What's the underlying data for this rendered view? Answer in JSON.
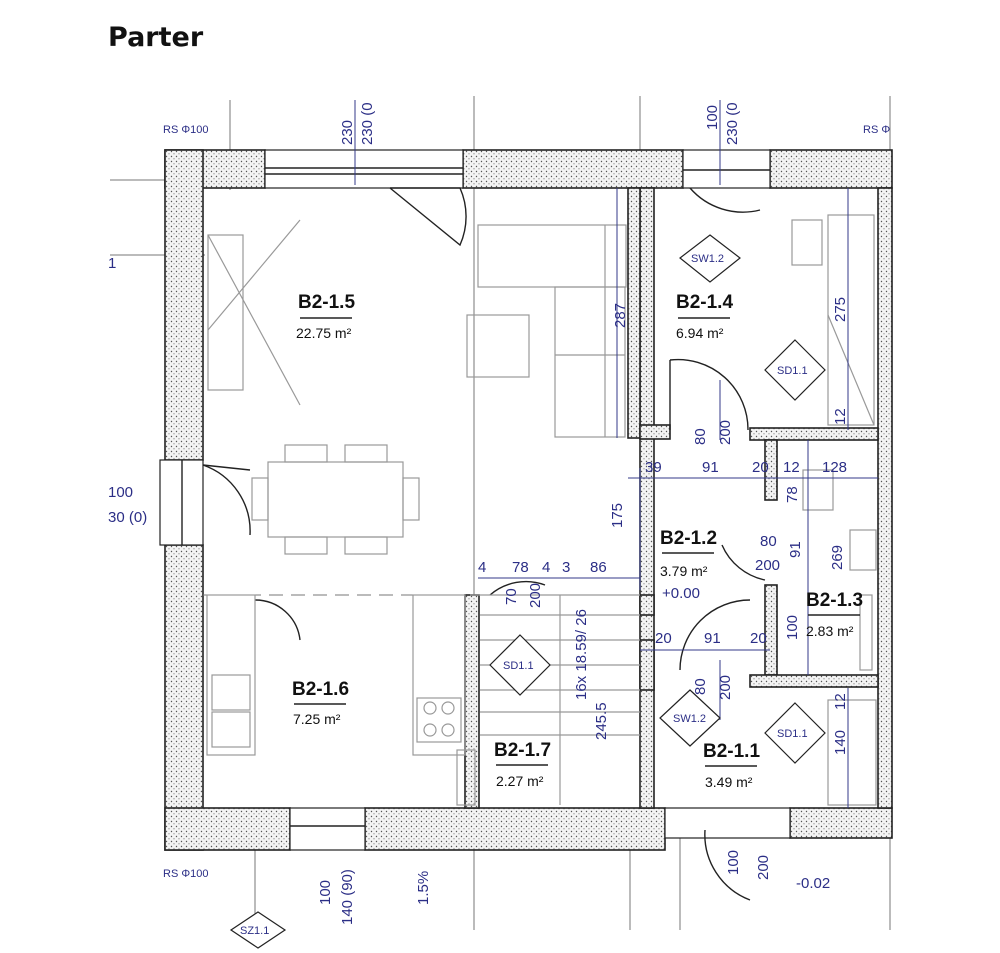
{
  "title": "Parter",
  "rooms": [
    {
      "id": "B2-1.5",
      "area": "22.75 m²"
    },
    {
      "id": "B2-1.4",
      "area": "6.94 m²"
    },
    {
      "id": "B2-1.2",
      "area": "3.79 m²"
    },
    {
      "id": "B2-1.3",
      "area": "2.83 m²"
    },
    {
      "id": "B2-1.6",
      "area": "7.25 m²"
    },
    {
      "id": "B2-1.7",
      "area": "2.27 m²"
    },
    {
      "id": "B2-1.1",
      "area": "3.49 m²"
    }
  ],
  "tags": {
    "sw": "SW1.2",
    "sd": "SD1.1",
    "sz": "SZ1.1",
    "rs": "RS Φ100",
    "rs_right": "RS Φ",
    "axis_left": "1"
  },
  "dims": {
    "d230": "230",
    "d230c": "230 (0",
    "d100": "100",
    "d287": "287",
    "d275": "275",
    "d12": "12",
    "d80": "80",
    "d200": "200",
    "d39": "39",
    "d91": "91",
    "d20": "20",
    "d128": "128",
    "d175": "175",
    "d78": "78",
    "d269": "269",
    "d4": "4",
    "d3": "3",
    "d86": "86",
    "d70": "70",
    "stair": "16x 18.59/ 26",
    "d245": "245.5",
    "d140": "140",
    "d140_90": "140 (90)",
    "window_left_top": "100",
    "window_left_bottom": "30 (0)",
    "level_zero": "+0.00",
    "level_minus": "-0.02",
    "slope": "1.5%"
  }
}
